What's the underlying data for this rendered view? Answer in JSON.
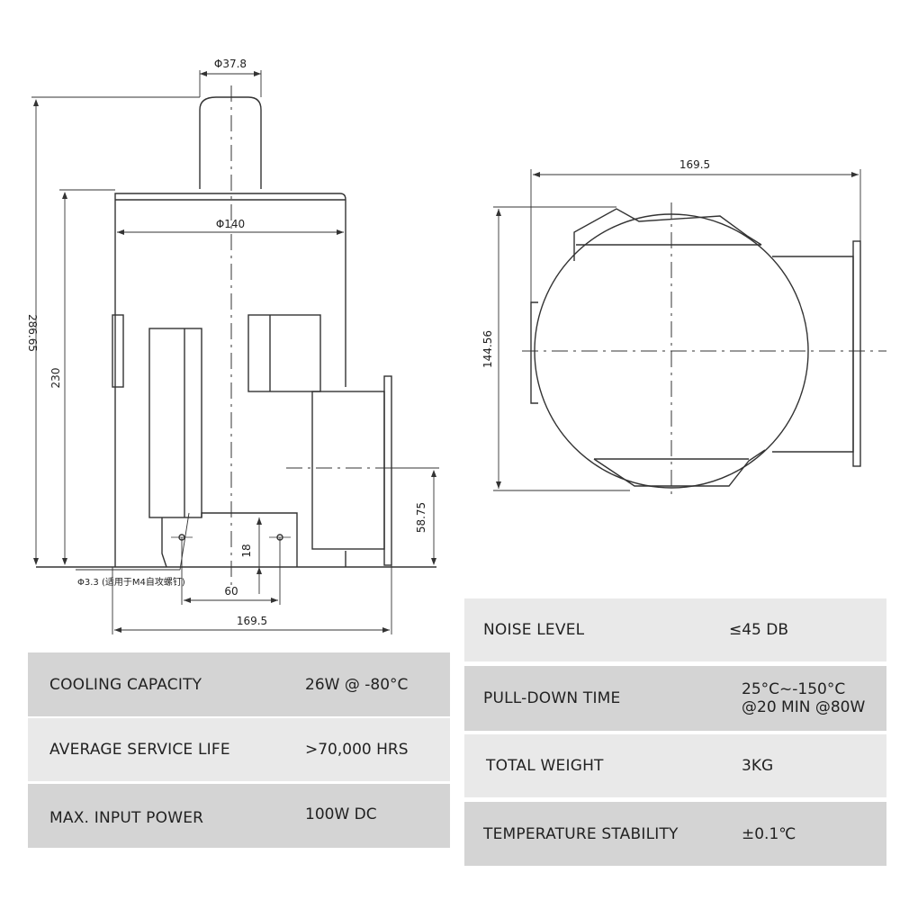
{
  "front_view": {
    "dim_top_diameter": "Φ37.8",
    "dim_body_diameter": "Φ140",
    "dim_total_height": "286.65",
    "dim_body_height": "230",
    "dim_flange_height": "58.75",
    "dim_small_18": "18",
    "dim_base_60": "60",
    "dim_width": "169.5",
    "hole_note": "Φ3.3 (适用于M4自攻螺钉)"
  },
  "side_view": {
    "dim_width": "169.5",
    "dim_height": "144.56"
  },
  "specs_left": [
    {
      "label": "COOLING CAPACITY",
      "value": "26W @ -80°C"
    },
    {
      "label": "AVERAGE SERVICE LIFE",
      "value": ">70,000 HRS"
    },
    {
      "label": "MAX. INPUT POWER",
      "value": "100W DC"
    }
  ],
  "specs_right": [
    {
      "label": "NOISE LEVEL",
      "value": "≤45 DB"
    },
    {
      "label": "PULL-DOWN TIME",
      "value_line1": "25°C~-150°C",
      "value_line2": "@20 MIN @80W"
    },
    {
      "label": "TOTAL WEIGHT",
      "value": "3KG"
    },
    {
      "label": "TEMPERATURE STABILITY",
      "value": "±0.1℃"
    }
  ]
}
